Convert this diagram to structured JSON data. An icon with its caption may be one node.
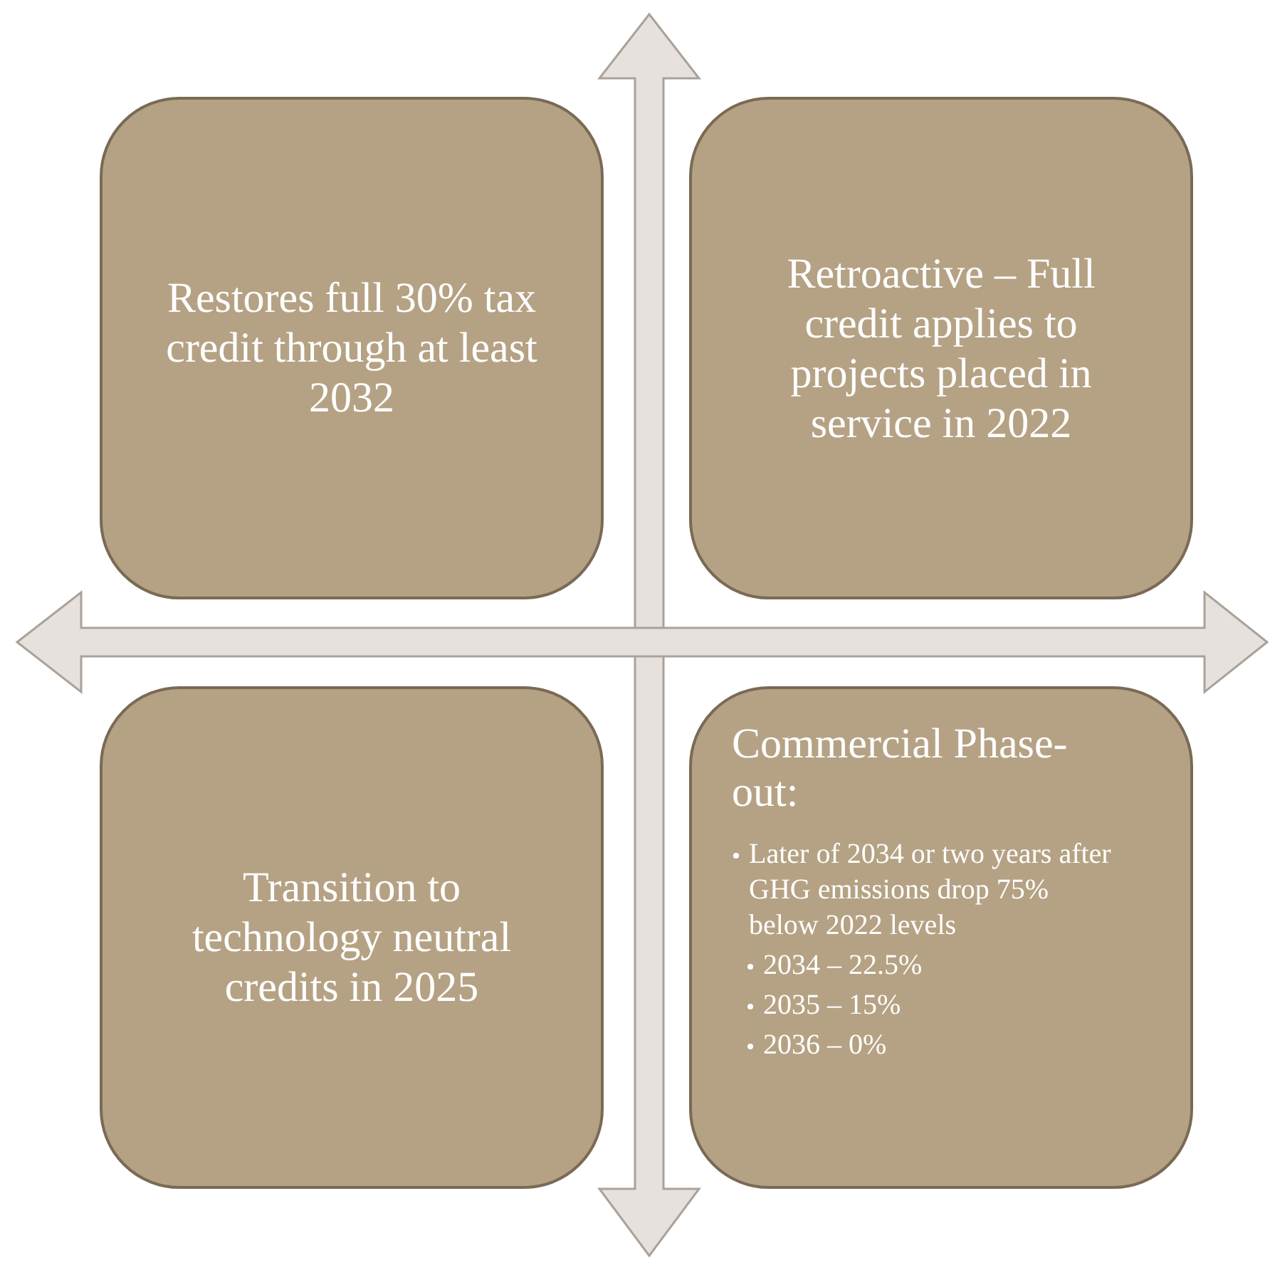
{
  "diagram": {
    "nodes": [
      {
        "text": [
          "Restores full 30% tax credit through at least 2032"
        ]
      },
      {
        "text": [
          "Retroactive – Full credit applies to projects placed in service in 2022"
        ]
      },
      {
        "text": [
          "Transition to technology neutral credits in 2025"
        ]
      },
      {
        "text": [
          "Commercial Phase-out:",
          "Later of 2034 or two years after GHG emissions drop 75% below 2022 levels",
          "2034 – 22.5%",
          "2035 – 15%",
          "2036 – 0%"
        ]
      }
    ]
  }
}
